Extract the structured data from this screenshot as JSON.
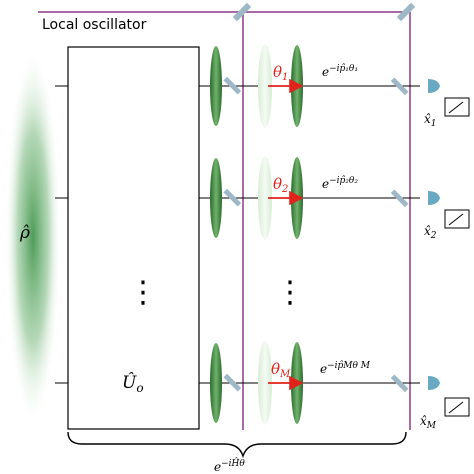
{
  "labels": {
    "local_oscillator": "Local oscillator",
    "rho": "ρ̂",
    "unitary": "Û",
    "unitary_sub": "o",
    "overall_op": "e",
    "overall_op_sup": "−iĤθ",
    "dots": "⋮"
  },
  "channels": [
    {
      "theta": "θ",
      "theta_sub": "1",
      "phase_op": "e",
      "phase_op_sup": "−ip̂₁θ₁",
      "x": "x̂",
      "x_sub": "1"
    },
    {
      "theta": "θ",
      "theta_sub": "2",
      "phase_op": "e",
      "phase_op_sup": "−ip̂₂θ₂",
      "x": "x̂",
      "x_sub": "2"
    },
    {
      "theta": "θ",
      "theta_sub": "M",
      "phase_op": "e",
      "phase_op_sup": "−ip̂Mθ M",
      "x": "x̂",
      "x_sub": "M"
    }
  ],
  "colors": {
    "lo_line": "#8b3a8b",
    "lens_dark": "#3f7d3f",
    "lens_light": "#cfe7cc",
    "arrow": "#e0231b",
    "detector": "#6aa9c2",
    "state_blob": "#2f8a3a"
  }
}
